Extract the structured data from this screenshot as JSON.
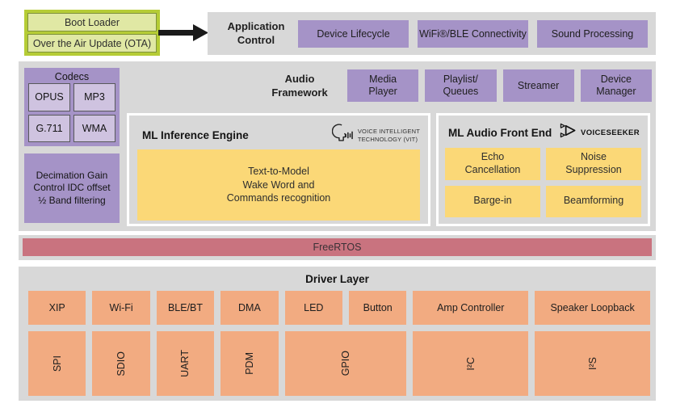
{
  "palette": {
    "container_gray": "#d8d8d8",
    "purple": "#a593c7",
    "light_purple": "#cfc3e0",
    "yellow": "#fbd877",
    "orange": "#f2ab81",
    "freertos_pink": "#c9737f",
    "lime_green_border": "#b5cc35",
    "light_green": "#e0e8a4"
  },
  "boot": {
    "items": [
      "Boot Loader",
      "Over the Air Update (OTA)"
    ]
  },
  "app_control": {
    "title": "Application\nControl",
    "boxes": [
      "Device Lifecycle",
      "WiFi®/BLE Connectivity",
      "Sound Processing"
    ]
  },
  "middleware": {
    "codecs": {
      "title": "Codecs",
      "items": [
        "OPUS",
        "MP3",
        "G.711",
        "WMA"
      ],
      "dsp": "Decimation Gain\nControl IDC offset\n½ Band filtering"
    },
    "audio_framework": {
      "title": "Audio\nFramework",
      "boxes": [
        "Media\nPlayer",
        "Playlist/\nQueues",
        "Streamer",
        "Device\nManager"
      ]
    },
    "ml_inference": {
      "title": "ML Inference Engine",
      "logo_text": "VOICE INTELLIGENT\nTECHNOLOGY (VIT)",
      "box": "Text-to-Model\nWake Word and\nCommands recognition"
    },
    "ml_audio_front_end": {
      "title": "ML Audio Front End",
      "logo_text": "VOICESEEKER",
      "boxes": [
        "Echo\nCancellation",
        "Noise\nSuppression",
        "Barge-in",
        "Beamforming"
      ]
    }
  },
  "rtos": {
    "label": "FreeRTOS"
  },
  "driver_layer": {
    "title": "Driver Layer",
    "row1": [
      "XIP",
      "Wi-Fi",
      "BLE/BT",
      "DMA",
      "LED",
      "Button",
      "Amp Controller",
      "Speaker Loopback"
    ],
    "row2": [
      "SPI",
      "SDIO",
      "UART",
      "PDM",
      "GPIO",
      "I²C",
      "I²S"
    ]
  }
}
